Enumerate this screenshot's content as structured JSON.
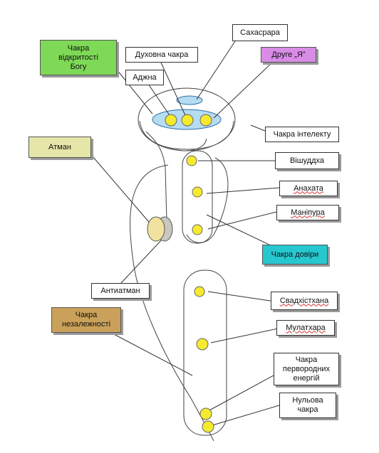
{
  "labels": {
    "sahasrara": "Сахасрара",
    "chakra_openness": "Чакра\nвідкритості\nБогу",
    "spiritual_chakra": "Духовна чакра",
    "ajna": "Аджна",
    "second_self": "Друге „Я”",
    "intellect_chakra": "Чакра інтелекту",
    "atman": "Атман",
    "vishuddha": "Вішуддха",
    "anahata": "Анахата",
    "manipura": "Маніпура",
    "trust_chakra": "Чакра довіри",
    "antiatman": "Антиатман",
    "svadhisthana": "Свадхістхана",
    "independence_chakra": "Чакра\nнезалежності",
    "muladhara": "Мулатхара",
    "primordial_chakra": "Чакра\nпервородних\nенергій",
    "zero_chakra": "Нульова\nчакра"
  },
  "colors": {
    "chakra_openness": "#7ed957",
    "second_self": "#d98ce6",
    "atman": "#e6e6a8",
    "trust_chakra": "#27c7cf",
    "independence_chakra": "#c9a15a",
    "chakra_dot": "#f5ea2e",
    "head_ellipse": "#b6dcf2"
  }
}
